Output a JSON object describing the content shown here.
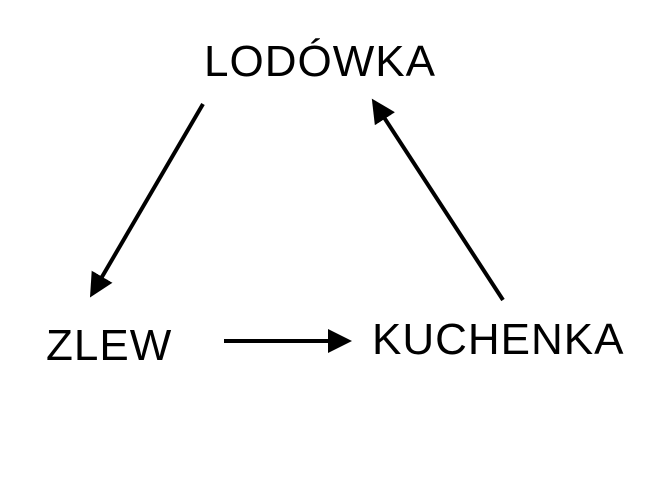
{
  "diagram": {
    "nodes": {
      "fridge": "LODÓWKA",
      "sink": "ZLEW",
      "stove": "KUCHENKA"
    },
    "edges": [
      {
        "from": "fridge",
        "to": "sink"
      },
      {
        "from": "sink",
        "to": "stove"
      },
      {
        "from": "stove",
        "to": "fridge"
      }
    ],
    "colors": {
      "text": "#000000",
      "arrow": "#000000",
      "background": "#ffffff"
    }
  }
}
